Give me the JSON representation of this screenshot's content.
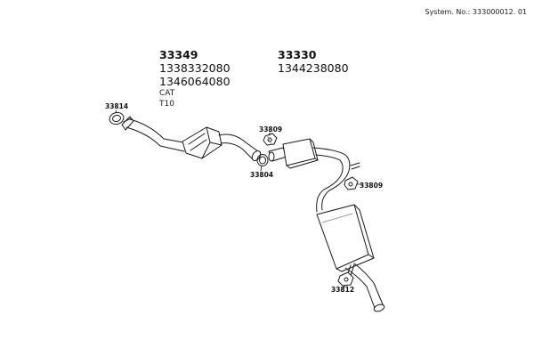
{
  "header": {
    "system_no": "System. No.: 333000012. 01"
  },
  "parts": {
    "front": {
      "number": "33349",
      "codes": [
        "1338332080",
        "1346064080"
      ],
      "notes": [
        "CAT",
        "T10"
      ]
    },
    "rear": {
      "number": "33330",
      "codes": [
        "1344238080"
      ]
    }
  },
  "callouts": {
    "front_gasket": "33814",
    "rubber_upper": "33809",
    "middle_gasket": "33804",
    "rubber_right": "33809",
    "rubber_lower": "33812"
  },
  "colors": {
    "line": "#1a1a1a",
    "fill": "#ffffff",
    "shade": "#9a9a9a"
  }
}
